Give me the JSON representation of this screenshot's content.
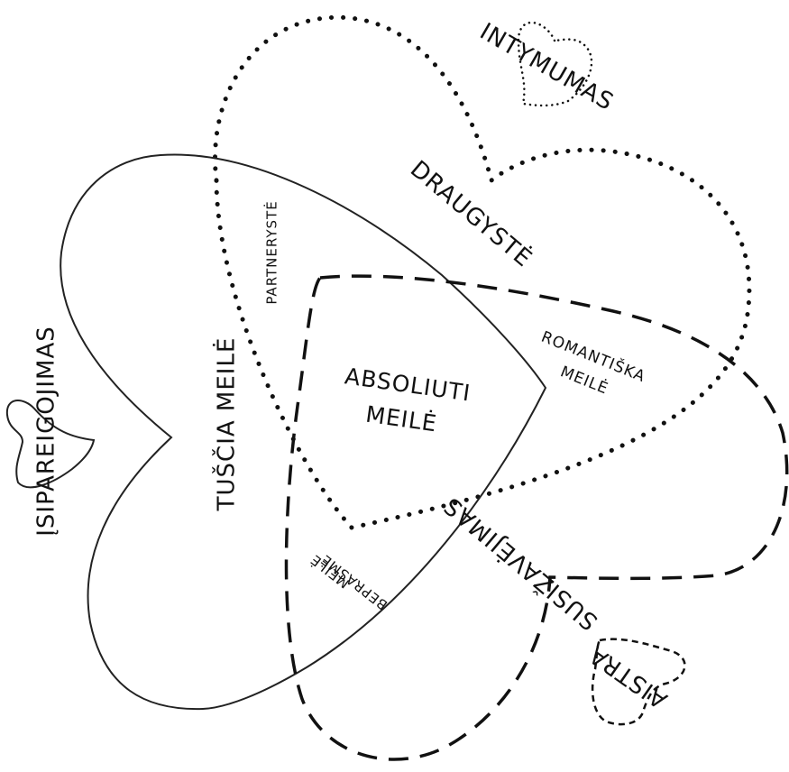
{
  "components": {
    "intimacy": "INTYMUMAS",
    "commitment": "ĮSIPAREIGOJIMAS",
    "passion": "AISTRA"
  },
  "regions": {
    "friendship": "DRAUGYSTĖ",
    "partnership": "PARTNERYSTĖ",
    "empty_love": "TUŠČIA MEILĖ",
    "absolute_love_line1": "ABSOLIUTI",
    "absolute_love_line2": "MEILĖ",
    "romantic_love_line1": "ROMANTIŠKA",
    "romantic_love_line2": "MEILĖ",
    "infatuation": "SUSIŽAVĖJIMAS",
    "fatuous_love_line1": "BEPRASMĖ",
    "fatuous_love_line2": "MEILĖ"
  }
}
